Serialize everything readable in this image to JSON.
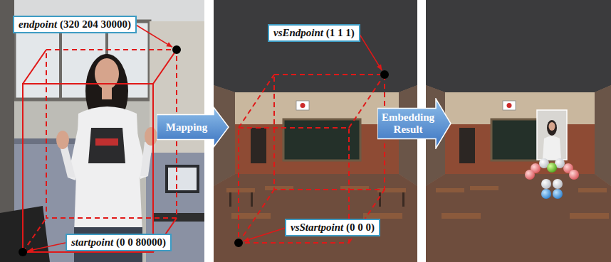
{
  "diagram": {
    "nodes": [
      {
        "text": [
          "endpoint (320 204 30000)"
        ]
      },
      {
        "text": [
          "vsEndpoint (1 1 1)"
        ]
      },
      {
        "text": [
          "Mapping"
        ]
      },
      {
        "text": [
          "Embedding Result"
        ]
      },
      {
        "text": [
          "vsStartpoint (0 0 0)"
        ]
      },
      {
        "text": [
          "startpoint (0 0 80000)"
        ]
      }
    ]
  }
}
